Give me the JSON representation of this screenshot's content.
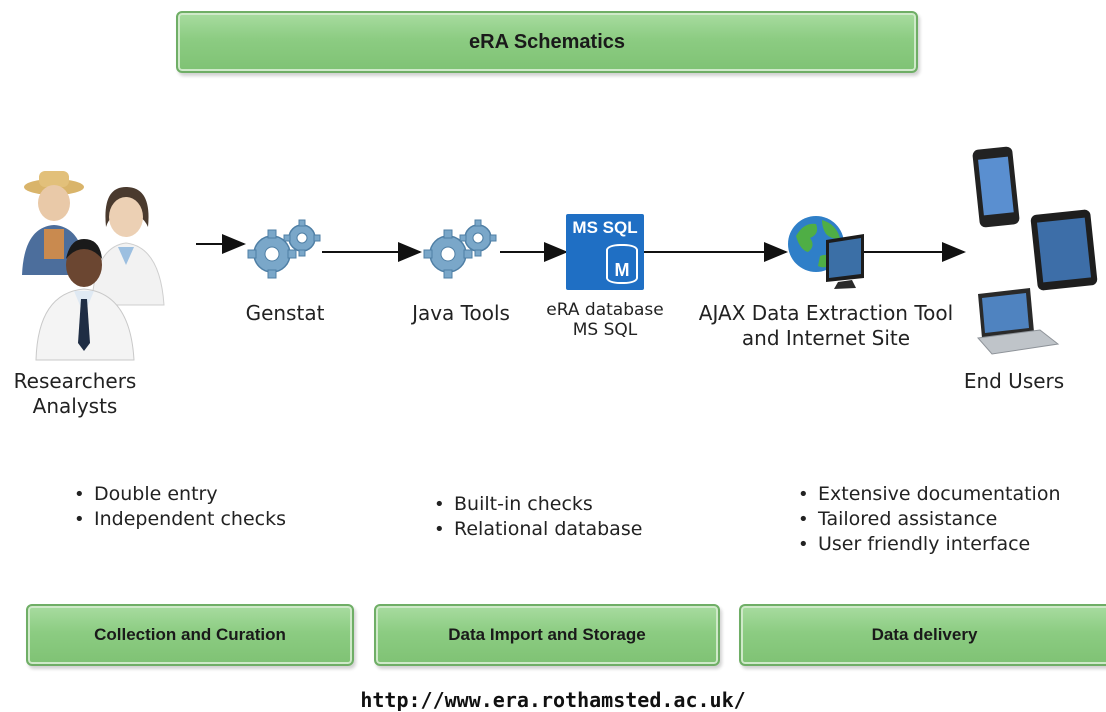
{
  "title": "eRA Schematics",
  "nodes": {
    "researchers": {
      "line1": "Researchers",
      "line2": "Analysts",
      "icon": "people-icon"
    },
    "genstat": {
      "label": "Genstat",
      "icon": "gears-icon"
    },
    "java_tools": {
      "label": "Java Tools",
      "icon": "gears-icon"
    },
    "database": {
      "icon_text": "MS SQL",
      "icon_letter": "M",
      "line1": "eRA database",
      "line2": "MS SQL",
      "icon": "database-icon"
    },
    "ajax": {
      "line1": "AJAX Data Extraction Tool",
      "line2": "and Internet Site",
      "icon": "globe-monitor-icon"
    },
    "end_users": {
      "label": "End Users",
      "icon": "devices-icon"
    }
  },
  "bullets": {
    "collection": [
      "Double entry",
      "Independent checks"
    ],
    "storage": [
      "Built-in checks",
      "Relational database"
    ],
    "delivery": [
      "Extensive documentation",
      "Tailored assistance",
      "User friendly interface"
    ]
  },
  "stages": {
    "collection": "Collection and Curation",
    "storage": "Data Import and Storage",
    "delivery": "Data delivery"
  },
  "url": "http://www.era.rothamsted.ac.uk/",
  "colors": {
    "stage_green": "#8ccc82",
    "stage_border": "#6fae66",
    "db_blue": "#1f6fc4",
    "gear_blue": "#7aa7c9"
  }
}
